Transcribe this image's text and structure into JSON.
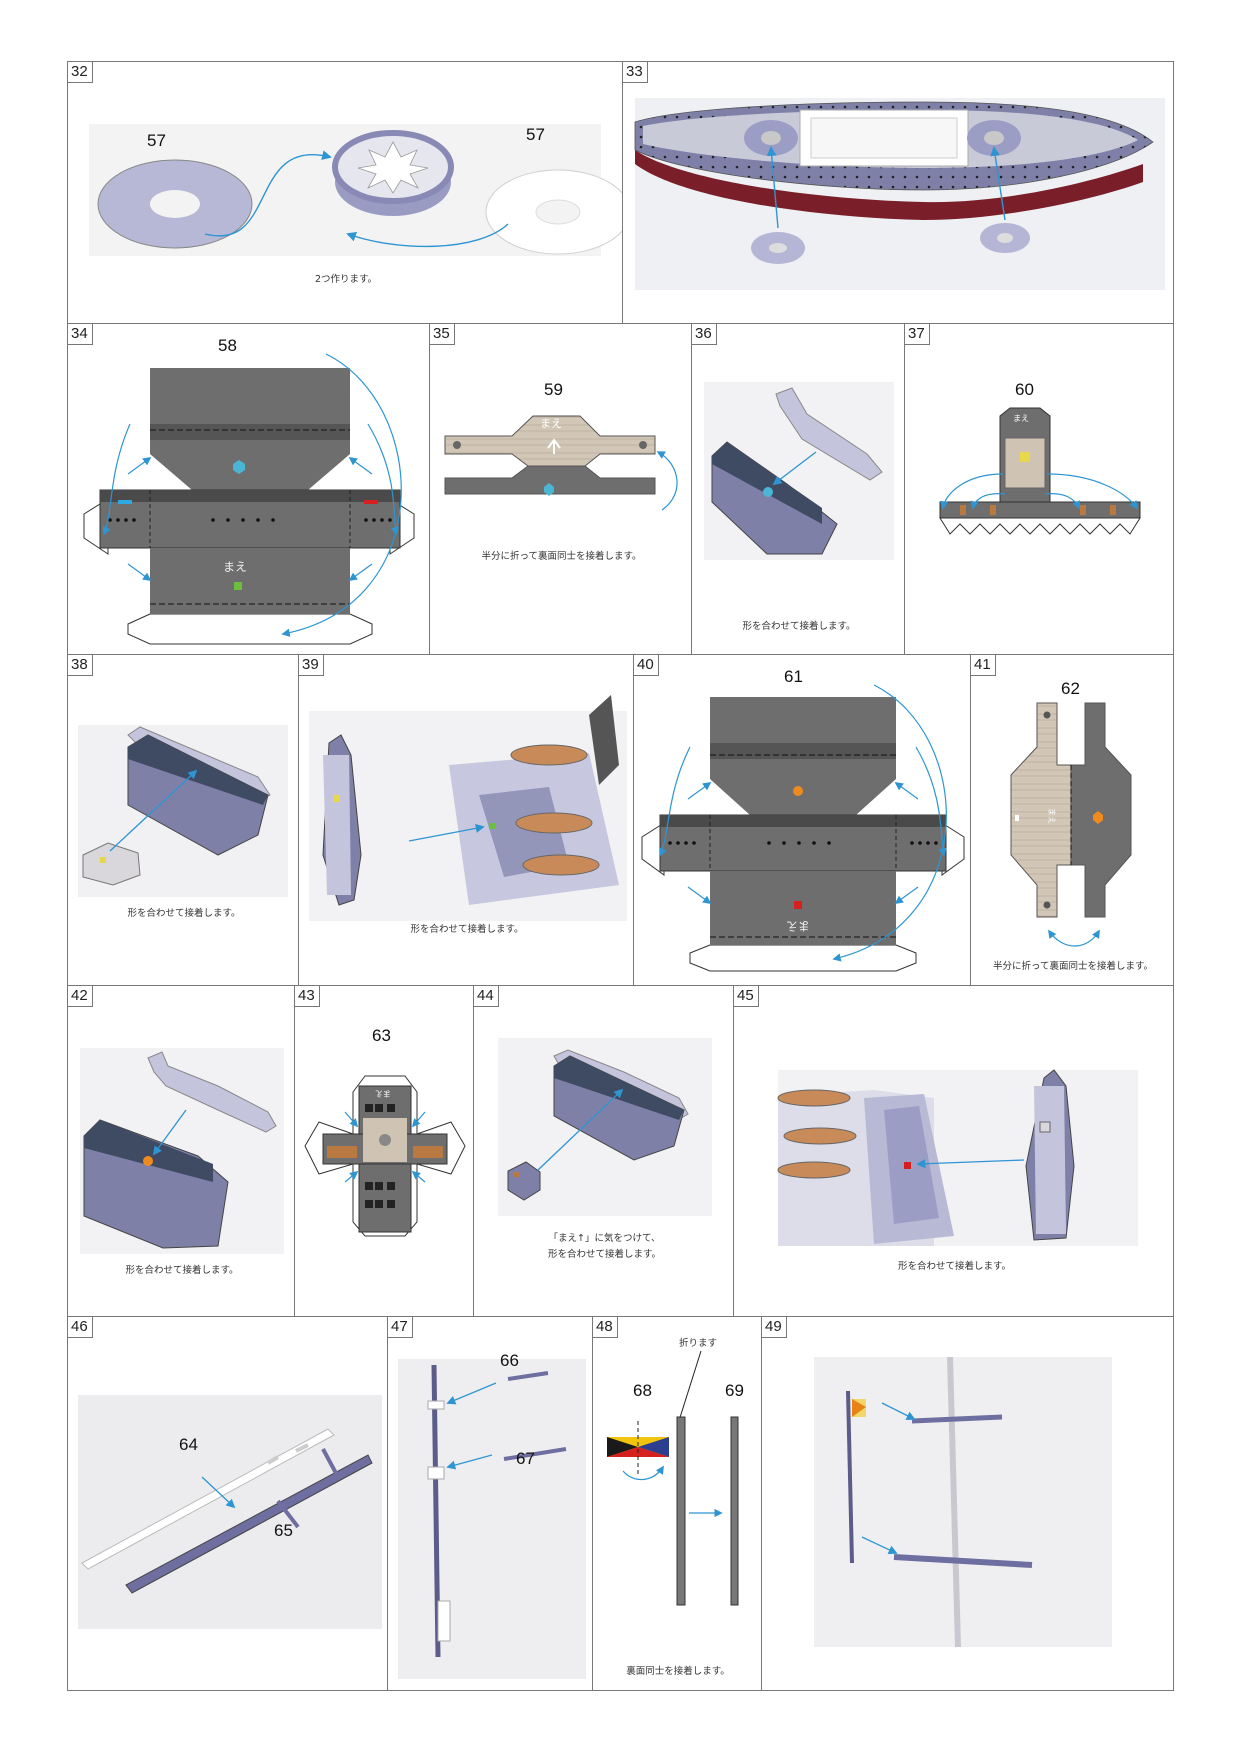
{
  "steps": {
    "s32": {
      "num": "32",
      "label_a": "57",
      "label_b": "57",
      "caption": "2つ作ります。"
    },
    "s33": {
      "num": "33"
    },
    "s34": {
      "num": "34",
      "label": "58",
      "mae": "まえ"
    },
    "s35": {
      "num": "35",
      "label": "59",
      "mae": "まえ",
      "caption": "半分に折って裏面同士を接着します。"
    },
    "s36": {
      "num": "36",
      "caption": "形を合わせて接着します。"
    },
    "s37": {
      "num": "37",
      "label": "60",
      "mae": "まえ"
    },
    "s38": {
      "num": "38",
      "caption": "形を合わせて接着します。"
    },
    "s39": {
      "num": "39",
      "caption": "形を合わせて接着します。"
    },
    "s40": {
      "num": "40",
      "label": "61",
      "mae": "まえ"
    },
    "s41": {
      "num": "41",
      "label": "62",
      "mae": "まえ",
      "caption": "半分に折って裏面同士を接着します。"
    },
    "s42": {
      "num": "42",
      "caption": "形を合わせて接着します。"
    },
    "s43": {
      "num": "43",
      "label": "63",
      "mae": "まえ"
    },
    "s44": {
      "num": "44",
      "caption_1": "「まえ↑」に気をつけて、",
      "caption_2": "形を合わせて接着します。"
    },
    "s45": {
      "num": "45",
      "caption": "形を合わせて接着します。"
    },
    "s46": {
      "num": "46",
      "label_a": "64",
      "label_b": "65"
    },
    "s47": {
      "num": "47",
      "label_a": "66",
      "label_b": "67"
    },
    "s48": {
      "num": "48",
      "label_a": "68",
      "label_b": "69",
      "fold_note": "折ります",
      "caption": "裏面同士を接着します。"
    },
    "s49": {
      "num": "49"
    }
  },
  "colors": {
    "border": "#777777",
    "arrow": "#2e95d3",
    "hull_purple": "#7d7fab",
    "deck_gray": "#6e6e6e",
    "deck_wood": "#cfc3b3",
    "dot_blue": "#4ab6d6",
    "dot_green": "#6abf3d",
    "dot_orange": "#ef8a1e",
    "dot_red": "#d6201f"
  }
}
